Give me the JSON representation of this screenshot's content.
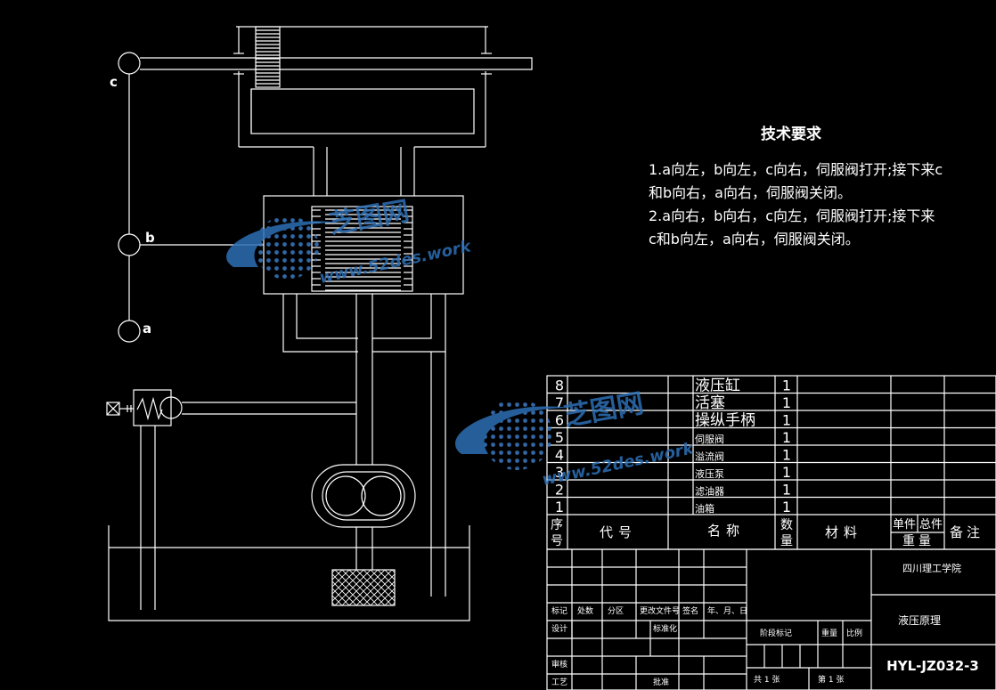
{
  "diagram": {
    "labels": {
      "c": "c",
      "b": "b",
      "a": "a"
    }
  },
  "requirements": {
    "title": "技术要求",
    "lines": [
      "1.a向左，b向左，c向右，伺服阀打开;接下来c",
      "和b向右，a向右，伺服阀关闭。",
      "2.a向右，b向右，c向左，伺服阀打开;接下来",
      "c和b向左，a向右，伺服阀关闭。"
    ]
  },
  "parts_list": {
    "rows": [
      {
        "no": "8",
        "name": "液压缸",
        "qty": "1"
      },
      {
        "no": "7",
        "name": "活塞",
        "qty": "1"
      },
      {
        "no": "6",
        "name": "操纵手柄",
        "qty": "1"
      },
      {
        "no": "5",
        "name": "伺服阀",
        "qty": "1"
      },
      {
        "no": "4",
        "name": "溢流阀",
        "qty": "1"
      },
      {
        "no": "3",
        "name": "液压泵",
        "qty": "1"
      },
      {
        "no": "2",
        "name": "滤油器",
        "qty": "1"
      },
      {
        "no": "1",
        "name": "油箱",
        "qty": "1"
      }
    ],
    "headers": {
      "seq": "序号",
      "code": "代号",
      "name": "名称",
      "qty": "数量",
      "material": "材料",
      "unit": "单件",
      "total": "总件",
      "weight": "重量",
      "note": "备注"
    }
  },
  "title_block": {
    "school": "四川理工学院",
    "drawing_name": "液压原理",
    "drawing_no": "HYL-JZ032-3",
    "rev_headers": [
      "标记",
      "处数",
      "分区",
      "更改文件号",
      "签名",
      "年、月、日"
    ],
    "design": "设计",
    "standardize": "标准化",
    "stage_mark": "阶段标记",
    "weight": "重量",
    "scale": "比例",
    "review": "审核",
    "process": "工艺",
    "approve": "批准",
    "sheets_total": "共 1 张",
    "sheet_no": "第 1 张"
  },
  "watermark": {
    "brand": "芝图网",
    "url": "www.52des.work"
  },
  "colors": {
    "background": "#000000",
    "lines": "#ffffff",
    "watermark": "#2d6fb5"
  }
}
